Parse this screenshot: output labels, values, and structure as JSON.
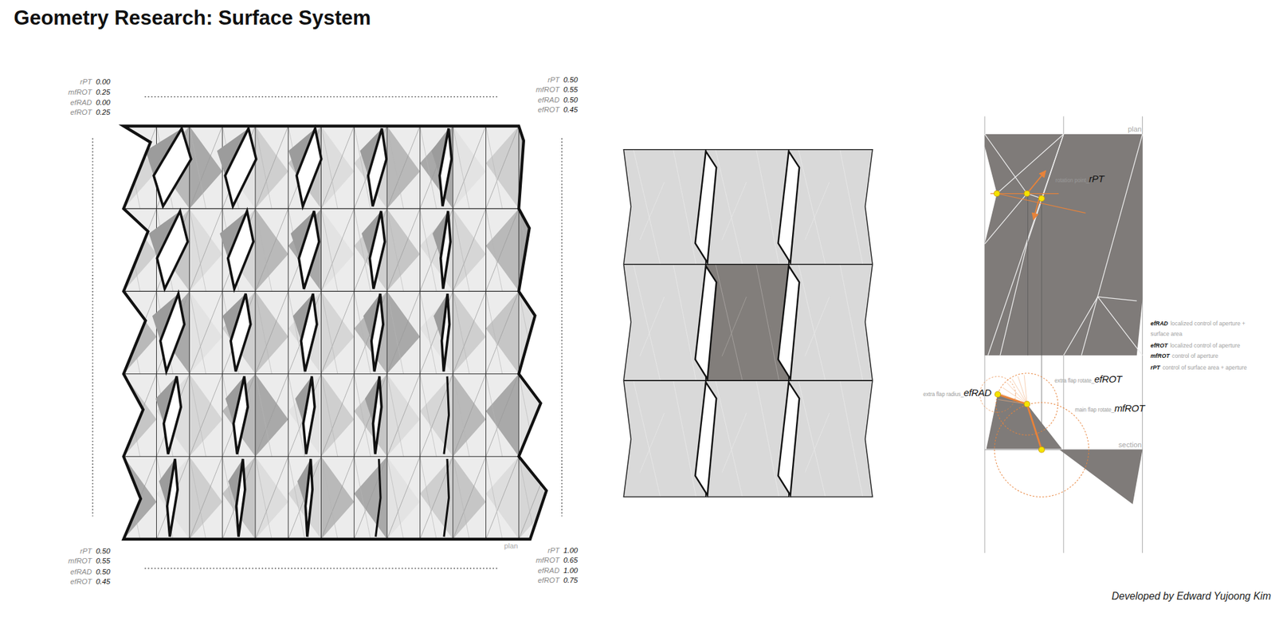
{
  "diagram": {
    "title": "Geometry Research: Surface System",
    "caption": "Developed by Edward Yujoong Kim",
    "labels": [
      "rPT",
      "0.00",
      "mfROT",
      "0.25",
      "efRAD",
      "0.00",
      "efROT",
      "0.25",
      "rPT",
      "0.50",
      "mfROT",
      "0.55",
      "efRAD",
      "0.50",
      "efROT",
      "0.45",
      "rPT",
      "0.50",
      "mfROT",
      "0.55",
      "efRAD",
      "0.50",
      "efROT",
      "0.45",
      "rPT",
      "1.00",
      "mfROT",
      "0.65",
      "efRAD",
      "1.00",
      "efROT",
      "0.75",
      "plan",
      "plan",
      "rotation point_",
      "rPT",
      "extra flap radius_",
      "efRAD",
      "extra flap rotate_",
      "efROT",
      "main flap rotate_",
      "mfROT",
      "section",
      "efRAD",
      "localized control of aperture + surface area",
      "efROT",
      "localized control of aperture",
      "mfROT",
      "control of aperture",
      "rPT",
      "control of surface area + aperture"
    ]
  }
}
